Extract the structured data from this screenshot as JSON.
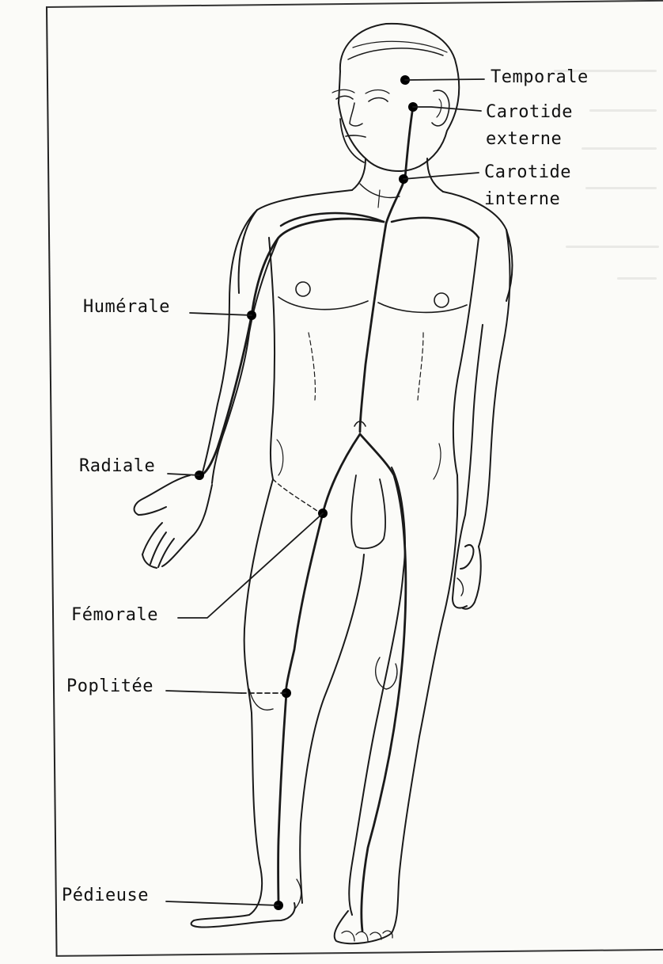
{
  "labels": {
    "temporale": "Temporale",
    "carotide_externe_1": "Carotide",
    "carotide_externe_2": "externe",
    "carotide_interne_1": "Carotide",
    "carotide_interne_2": "interne",
    "humerale": "Humérale",
    "radiale": "Radiale",
    "femorale": "Fémorale",
    "poplitee": "Poplitée",
    "pedieuse": "Pédieuse"
  }
}
